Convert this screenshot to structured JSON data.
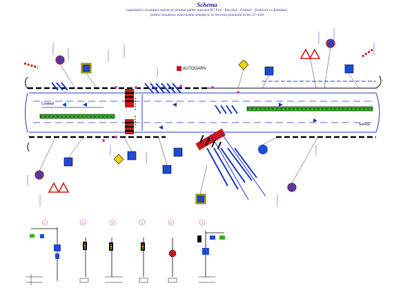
{
  "header": {
    "title": "Schema",
    "subtitle_lines": [
      "organizării circulației rutiere pe drumul public național R7 E14 - Drochia - Costești - frontieră cu România,",
      "pentru instalarea obiectivului semaforic la trecerea pietonală la km 31+620"
    ]
  },
  "map_labels": {
    "building": "AUTOGARA",
    "direction_left": "Costești",
    "direction_right": "Soroca"
  },
  "detail_numbers": [
    "1",
    "2",
    "3",
    "4",
    "5",
    "6"
  ],
  "colors": {
    "road_line": "#1a35c9",
    "median": "#2bb51c",
    "crossing": "#c81818",
    "sign_blue": "#1f49d6",
    "sign_yellow": "#f1d400",
    "title_text": "#1e1e8a",
    "pole_marker": "#d63fb0",
    "detail_circle": "#c050b8"
  }
}
